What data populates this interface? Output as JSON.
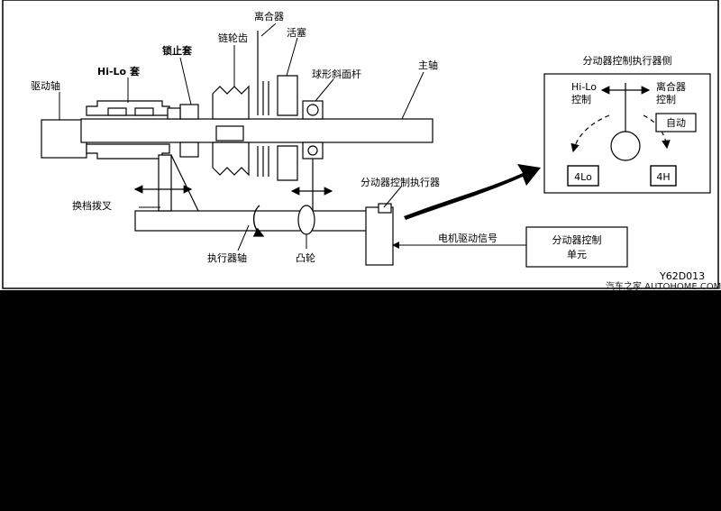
{
  "labels": {
    "drive_shaft": "驱动轴",
    "hilo_sleeve": "Hi-Lo 套",
    "lock_sleeve": "锁止套",
    "sprocket": "链轮齿",
    "clutch": "离合器",
    "piston": "活塞",
    "ball_ramp": "球形斜面杆",
    "main_shaft": "主轴",
    "shift_fork": "换档拨叉",
    "actuator_shaft": "执行器轴",
    "cam": "凸轮",
    "transfer_actuator": "分动器控制执行器",
    "motor_signal": "电机驱动信号",
    "control_unit_line1": "分动器控制",
    "control_unit_line2": "单元",
    "figure_code": "Y62D013"
  },
  "inset": {
    "title": "分动器控制执行器侧",
    "hilo_line1": "Hi-Lo",
    "hilo_line2": "控制",
    "clutch_line1": "离合器",
    "clutch_line2": "控制",
    "auto": "自动",
    "mode_4lo": "4Lo",
    "mode_4h": "4H"
  },
  "watermark": "汽车之家  AUTOHOME.COM.CN",
  "colors": {
    "background": "#000000",
    "paper": "#ffffff",
    "line": "#000000"
  }
}
